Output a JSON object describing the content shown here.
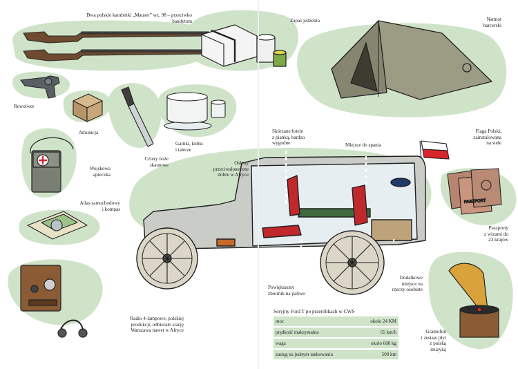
{
  "left_labels": {
    "rifles": [
      "Dwa polskie karabinki „Mauser” wz. 98 – przeciwko",
      "bandytom"
    ],
    "revolver": [
      "Rewolwer"
    ],
    "ammo": [
      "Amunicja"
    ],
    "knives": [
      "Cztery noże",
      "skautowe"
    ],
    "pots": [
      "Garnki, kubki",
      "i talerze"
    ],
    "aid_kit": [
      "Wojskowa",
      "apteczka"
    ],
    "atlas": [
      "Atlas samochodowy",
      "i kompas"
    ],
    "shades": [
      "Osłony",
      "przeciwsłoneczne",
      "dobre w Afryce"
    ],
    "radio": [
      "Radio 4-lampowe, polskiej",
      "produkcji, odbierało stację",
      "Warszawa nawet w Afryce"
    ]
  },
  "right_labels": {
    "food": [
      "Zapas jedzenia"
    ],
    "tent": [
      "Namiot",
      "harcerski"
    ],
    "seats": [
      "Skórzane fotele",
      "z pianką, bardzo",
      "wygodne"
    ],
    "sleep": [
      "Miejsce do spania"
    ],
    "flag": [
      "Flaga Polski,",
      "zainstalowana",
      "na stele"
    ],
    "passports": [
      "Paszporty",
      "z wizami do",
      "23 krajów"
    ],
    "extra_space": [
      "Dodatkowe",
      "miejsce na",
      "rzeczy osobiste"
    ],
    "tank": [
      "Powiększony",
      "zbiornik na paliwo"
    ],
    "gramophone": [
      "Gramofon",
      "i zestaw płyt",
      "z polską",
      "muzyką"
    ]
  },
  "passport_word": "PASZPORT",
  "spec": {
    "title": "Seryjny Ford T po przeróbkach w CWS",
    "rows": [
      {
        "label": "moc",
        "value": "około 24 KM"
      },
      {
        "label": "prędkość maksymalna",
        "value": "65 km/h"
      },
      {
        "label": "waga",
        "value": "około 600 kg"
      },
      {
        "label": "zasięg na jednym tankowaniu",
        "value": "500 km"
      }
    ]
  },
  "colors": {
    "blob_green": "#cfe3c9",
    "car_body": "#c9ccc7",
    "tent": "#9c9b84",
    "flag_red": "#d8262e",
    "seat_red": "#c0282c"
  }
}
